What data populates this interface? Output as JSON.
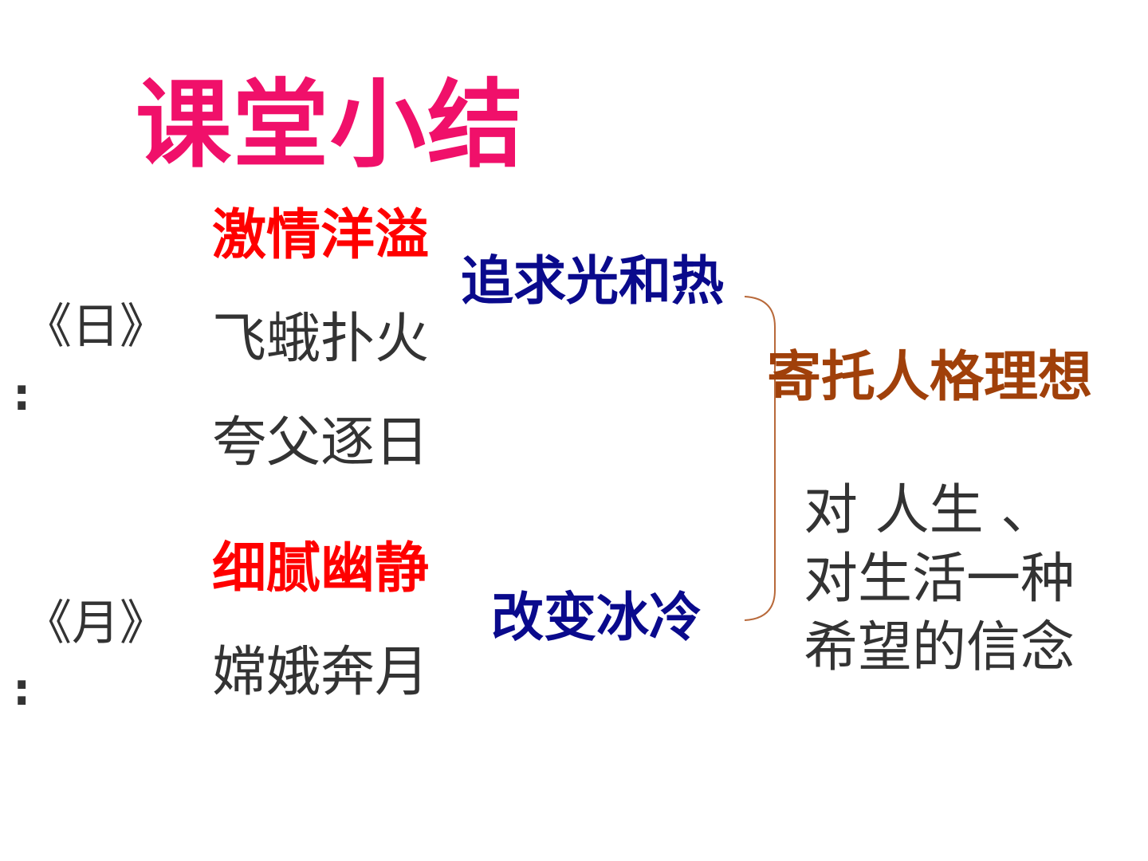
{
  "title": "课堂小结",
  "works": {
    "sun": "《日》",
    "moon": "《月》",
    "colon": ":"
  },
  "sun_phrases": [
    "激情洋溢",
    "飞蛾扑火",
    "夸父逐日"
  ],
  "moon_phrases": [
    "细腻幽静",
    "嫦娥奔月"
  ],
  "pursuits": {
    "sun": "追求光和热",
    "moon": "改变冰冷"
  },
  "conclusion": {
    "heading": "寄托人格理想",
    "lines": [
      "对 人生 、",
      "对生活一种",
      "希望的信念"
    ]
  },
  "colors": {
    "title": "#F0106A",
    "emphasis": "#FF0000",
    "normal_text": "#333333",
    "pursuit": "#0A0A8C",
    "heading": "#A0400A",
    "brace": "#B8693A"
  }
}
